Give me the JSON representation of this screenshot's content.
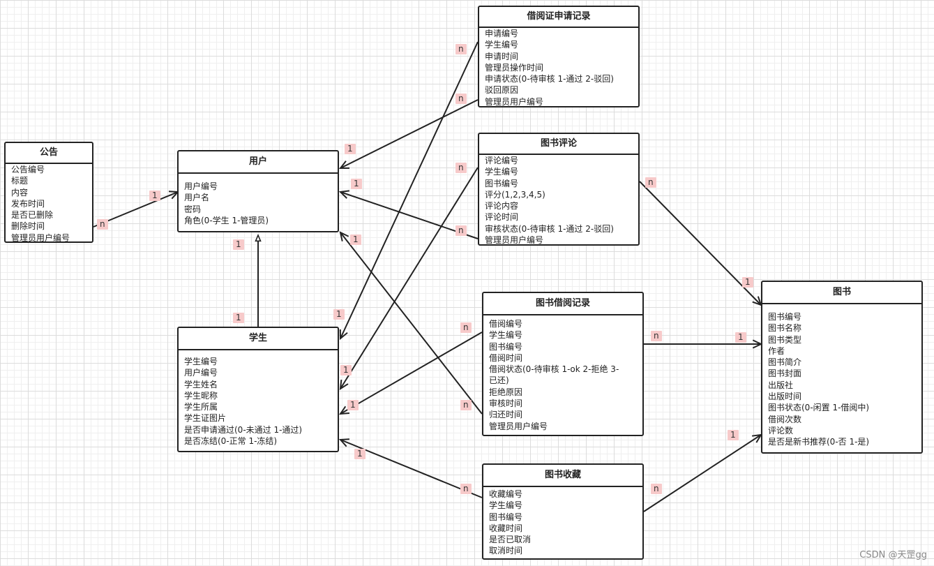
{
  "entities": {
    "notice": {
      "title": "公告",
      "fields": [
        "公告编号",
        "标题",
        "内容",
        "发布时间",
        "是否已删除",
        "删除时间",
        "管理员用户编号"
      ]
    },
    "user": {
      "title": "用户",
      "fields": [
        "用户编号",
        "用户名",
        "密码",
        "角色(0-学生 1-管理员)"
      ]
    },
    "student": {
      "title": "学生",
      "fields": [
        "学生编号",
        "用户编号",
        "学生姓名",
        "学生昵称",
        "学生所属",
        "学生证图片",
        "是否申请通过(0-未通过 1-通过)",
        "是否冻结(0-正常 1-冻结)"
      ]
    },
    "card_apply": {
      "title": "借阅证申请记录",
      "fields": [
        "申请编号",
        "学生编号",
        "申请时间",
        "管理员操作时间",
        "申请状态(0-待审核 1-通过 2-驳回)",
        "驳回原因",
        "管理员用户编号"
      ]
    },
    "review": {
      "title": "图书评论",
      "fields": [
        "评论编号",
        "学生编号",
        "图书编号",
        "评分(1,2,3,4,5)",
        "评论内容",
        "评论时间",
        "审核状态(0-待审核 1-通过 2-驳回)",
        "管理员用户编号"
      ]
    },
    "borrow": {
      "title": "图书借阅记录",
      "fields": [
        "借阅编号",
        "学生编号",
        "图书编号",
        "借阅时间",
        "借阅状态(0-待审核 1-ok 2-拒绝 3-",
        "已还)",
        "拒绝原因",
        "审核时间",
        "归还时间",
        "管理员用户编号"
      ]
    },
    "favorite": {
      "title": "图书收藏",
      "fields": [
        "收藏编号",
        "学生编号",
        "图书编号",
        "收藏时间",
        "是否已取消",
        "取消时间"
      ]
    },
    "book": {
      "title": "图书",
      "fields": [
        "图书编号",
        "图书名称",
        "图书类型",
        "作者",
        "图书简介",
        "图书封面",
        "出版社",
        "出版时间",
        "图书状态(0-闲置 1-借阅中)",
        "借阅次数",
        "评论数",
        "是否是新书推荐(0-否 1-是)"
      ]
    }
  },
  "labels": [
    "n",
    "1",
    "n",
    "1",
    "n",
    "1",
    "n",
    "1",
    "n",
    "1",
    "n",
    "1",
    "n",
    "1",
    "n",
    "1",
    "1",
    "1",
    "n",
    "1",
    "n",
    "1",
    "n",
    "1"
  ],
  "colors": {
    "line": "#222222",
    "label_bg": "#f7caca",
    "grid": "#dcdcdc"
  },
  "watermark": "CSDN @天罡gg"
}
